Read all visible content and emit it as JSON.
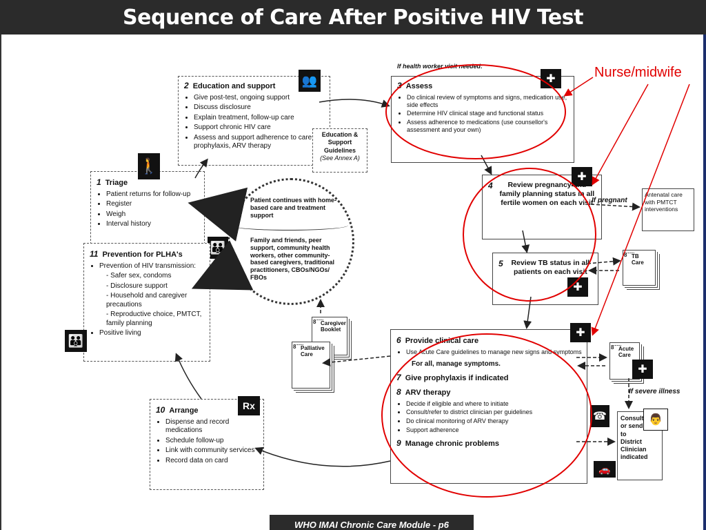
{
  "title": "Sequence of Care After Positive HIV Test",
  "footer": "WHO IMAI Chronic Care Module - p6",
  "annotation": {
    "label": "Nurse/midwife",
    "color": "#e10000"
  },
  "top_note": "If health worker visit needed:",
  "box2": {
    "num": "2",
    "heading": "Education and support",
    "items": [
      "Give post-test, ongoing support",
      "Discuss disclosure",
      "Explain treatment, follow-up care",
      "Support chronic HIV care",
      "Assess and support adherence to care, prophylaxis, ARV therapy"
    ]
  },
  "edu_guidelines": {
    "text": "Education & Support Guidelines",
    "sub": "(See Annex A)"
  },
  "box3": {
    "num": "3",
    "heading": "Assess",
    "items": [
      "Do clinical review of symptoms and signs, medication use, side effects",
      "Determine HIV clinical stage and functional status",
      "Assess adherence to medications (use counsellor's assessment and your own)"
    ]
  },
  "box1": {
    "num": "1",
    "heading": "Triage",
    "items": [
      "Patient returns for follow-up",
      "Register",
      "Weigh",
      "Interval history"
    ]
  },
  "circle": {
    "top": "Patient continues with home-based care and treatment support",
    "bottom": "Family and friends, peer support, community health workers, other community-based caregivers, traditional practitioners, CBOs/NGOs/ FBOs"
  },
  "box4": {
    "num": "4",
    "text": "Review pregnancy and family planning status in all fertile women on each visit"
  },
  "if_pregnant": "If pregnant",
  "antenatal": "Antenatal care with PMTCT interventions",
  "box5": {
    "num": "5",
    "text": "Review TB status in all patients on each visit"
  },
  "tb_care": "TB Care",
  "box11": {
    "num": "11",
    "heading": "Prevention for PLHA's",
    "item1": "Prevention of HIV transmission:",
    "sub": [
      "Safer sex, condoms",
      "Disclosure support",
      "Household and caregiver precautions",
      "Reproductive choice, PMTCT, family planning"
    ],
    "item2": "Positive living"
  },
  "caregiver_booklet": "Caregiver Booklet",
  "palliative_care": "Palliative Care",
  "box6": {
    "n6": "6",
    "h6": "Provide clinical care",
    "i6": "Use Acute Care guidelines to manage new signs and symptoms",
    "for_all": "For all, manage symptoms.",
    "n7": "7",
    "h7": "Give prophylaxis if indicated",
    "n8": "8",
    "h8": "ARV therapy",
    "i8": [
      "Decide if eligible and where to initiate",
      "Consult/refer to district clinician per guidelines",
      "Do clinical monitoring of ARV therapy",
      "Support adherence"
    ],
    "n9": "9",
    "h9": "Manage chronic problems"
  },
  "acute_care": "Acute Care",
  "if_severe": "If severe illness",
  "consult": "Consult or send to District Clinician indicated",
  "box10": {
    "num": "10",
    "heading": "Arrange",
    "items": [
      "Dispense and record medications",
      "Schedule follow-up",
      "Link with community services",
      "Record data on card"
    ]
  },
  "icons": [
    "nurse-cap-icon",
    "person-door-icon",
    "family-icon",
    "meeting-icon",
    "prescription-icon",
    "phone-icon",
    "doctors-icon",
    "car-icon"
  ]
}
